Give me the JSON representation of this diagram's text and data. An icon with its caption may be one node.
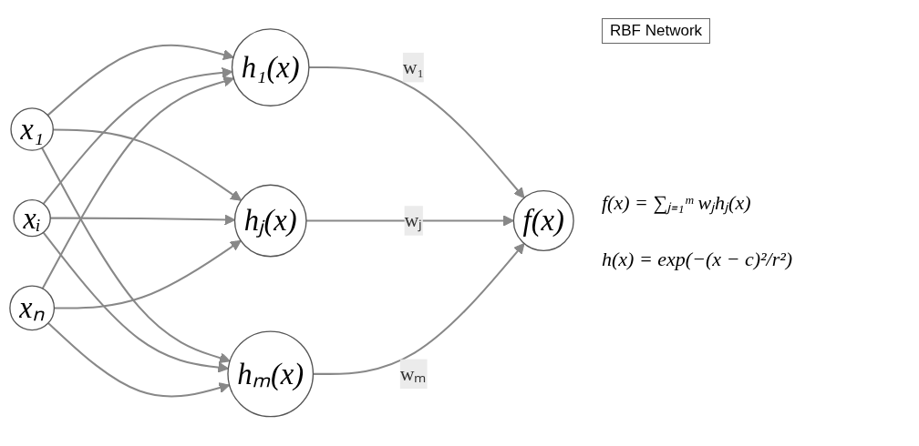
{
  "diagram": {
    "title": "RBF Network",
    "nodes": [
      {
        "text": [
          "x₁"
        ]
      },
      {
        "text": [
          "xᵢ"
        ]
      },
      {
        "text": [
          "xₙ"
        ]
      },
      {
        "text": [
          "h₁(x)"
        ]
      },
      {
        "text": [
          "hⱼ(x)"
        ]
      },
      {
        "text": [
          "hₘ(x)"
        ]
      },
      {
        "text": [
          "f(x)"
        ]
      }
    ],
    "edges": [
      {
        "from": 0,
        "to": 3,
        "arrow": "to"
      },
      {
        "from": 0,
        "to": 4,
        "arrow": "to"
      },
      {
        "from": 0,
        "to": 5,
        "arrow": "to"
      },
      {
        "from": 1,
        "to": 3,
        "arrow": "to"
      },
      {
        "from": 1,
        "to": 4,
        "arrow": "to"
      },
      {
        "from": 1,
        "to": 5,
        "arrow": "to"
      },
      {
        "from": 2,
        "to": 3,
        "arrow": "to"
      },
      {
        "from": 2,
        "to": 4,
        "arrow": "to"
      },
      {
        "from": 2,
        "to": 5,
        "arrow": "to"
      },
      {
        "from": 3,
        "to": 6,
        "label": "w₁",
        "arrow": "to"
      },
      {
        "from": 4,
        "to": 6,
        "label": "wⱼ",
        "arrow": "to"
      },
      {
        "from": 5,
        "to": 6,
        "label": "wₘ",
        "arrow": "to"
      }
    ],
    "labels": [
      "f(x) = ∑ⱼ₌₁ᵐ wⱼhⱼ(x)",
      "h(x) = exp(−(x − c)²/r²)"
    ]
  }
}
